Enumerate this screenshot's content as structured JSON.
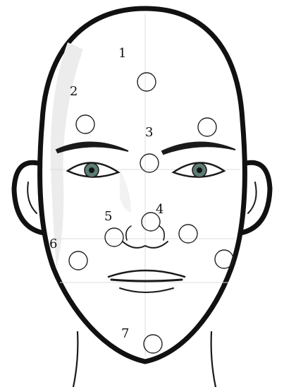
{
  "diagram": {
    "points": [
      {
        "id": "p1a",
        "label": "1"
      },
      {
        "id": "p2a",
        "label": "2"
      },
      {
        "id": "p3a",
        "label": "3"
      },
      {
        "id": "p4a",
        "label": "4"
      },
      {
        "id": "p5a",
        "label": "5"
      },
      {
        "id": "p6a",
        "label": "6"
      },
      {
        "id": "p7a",
        "label": "7"
      }
    ]
  }
}
